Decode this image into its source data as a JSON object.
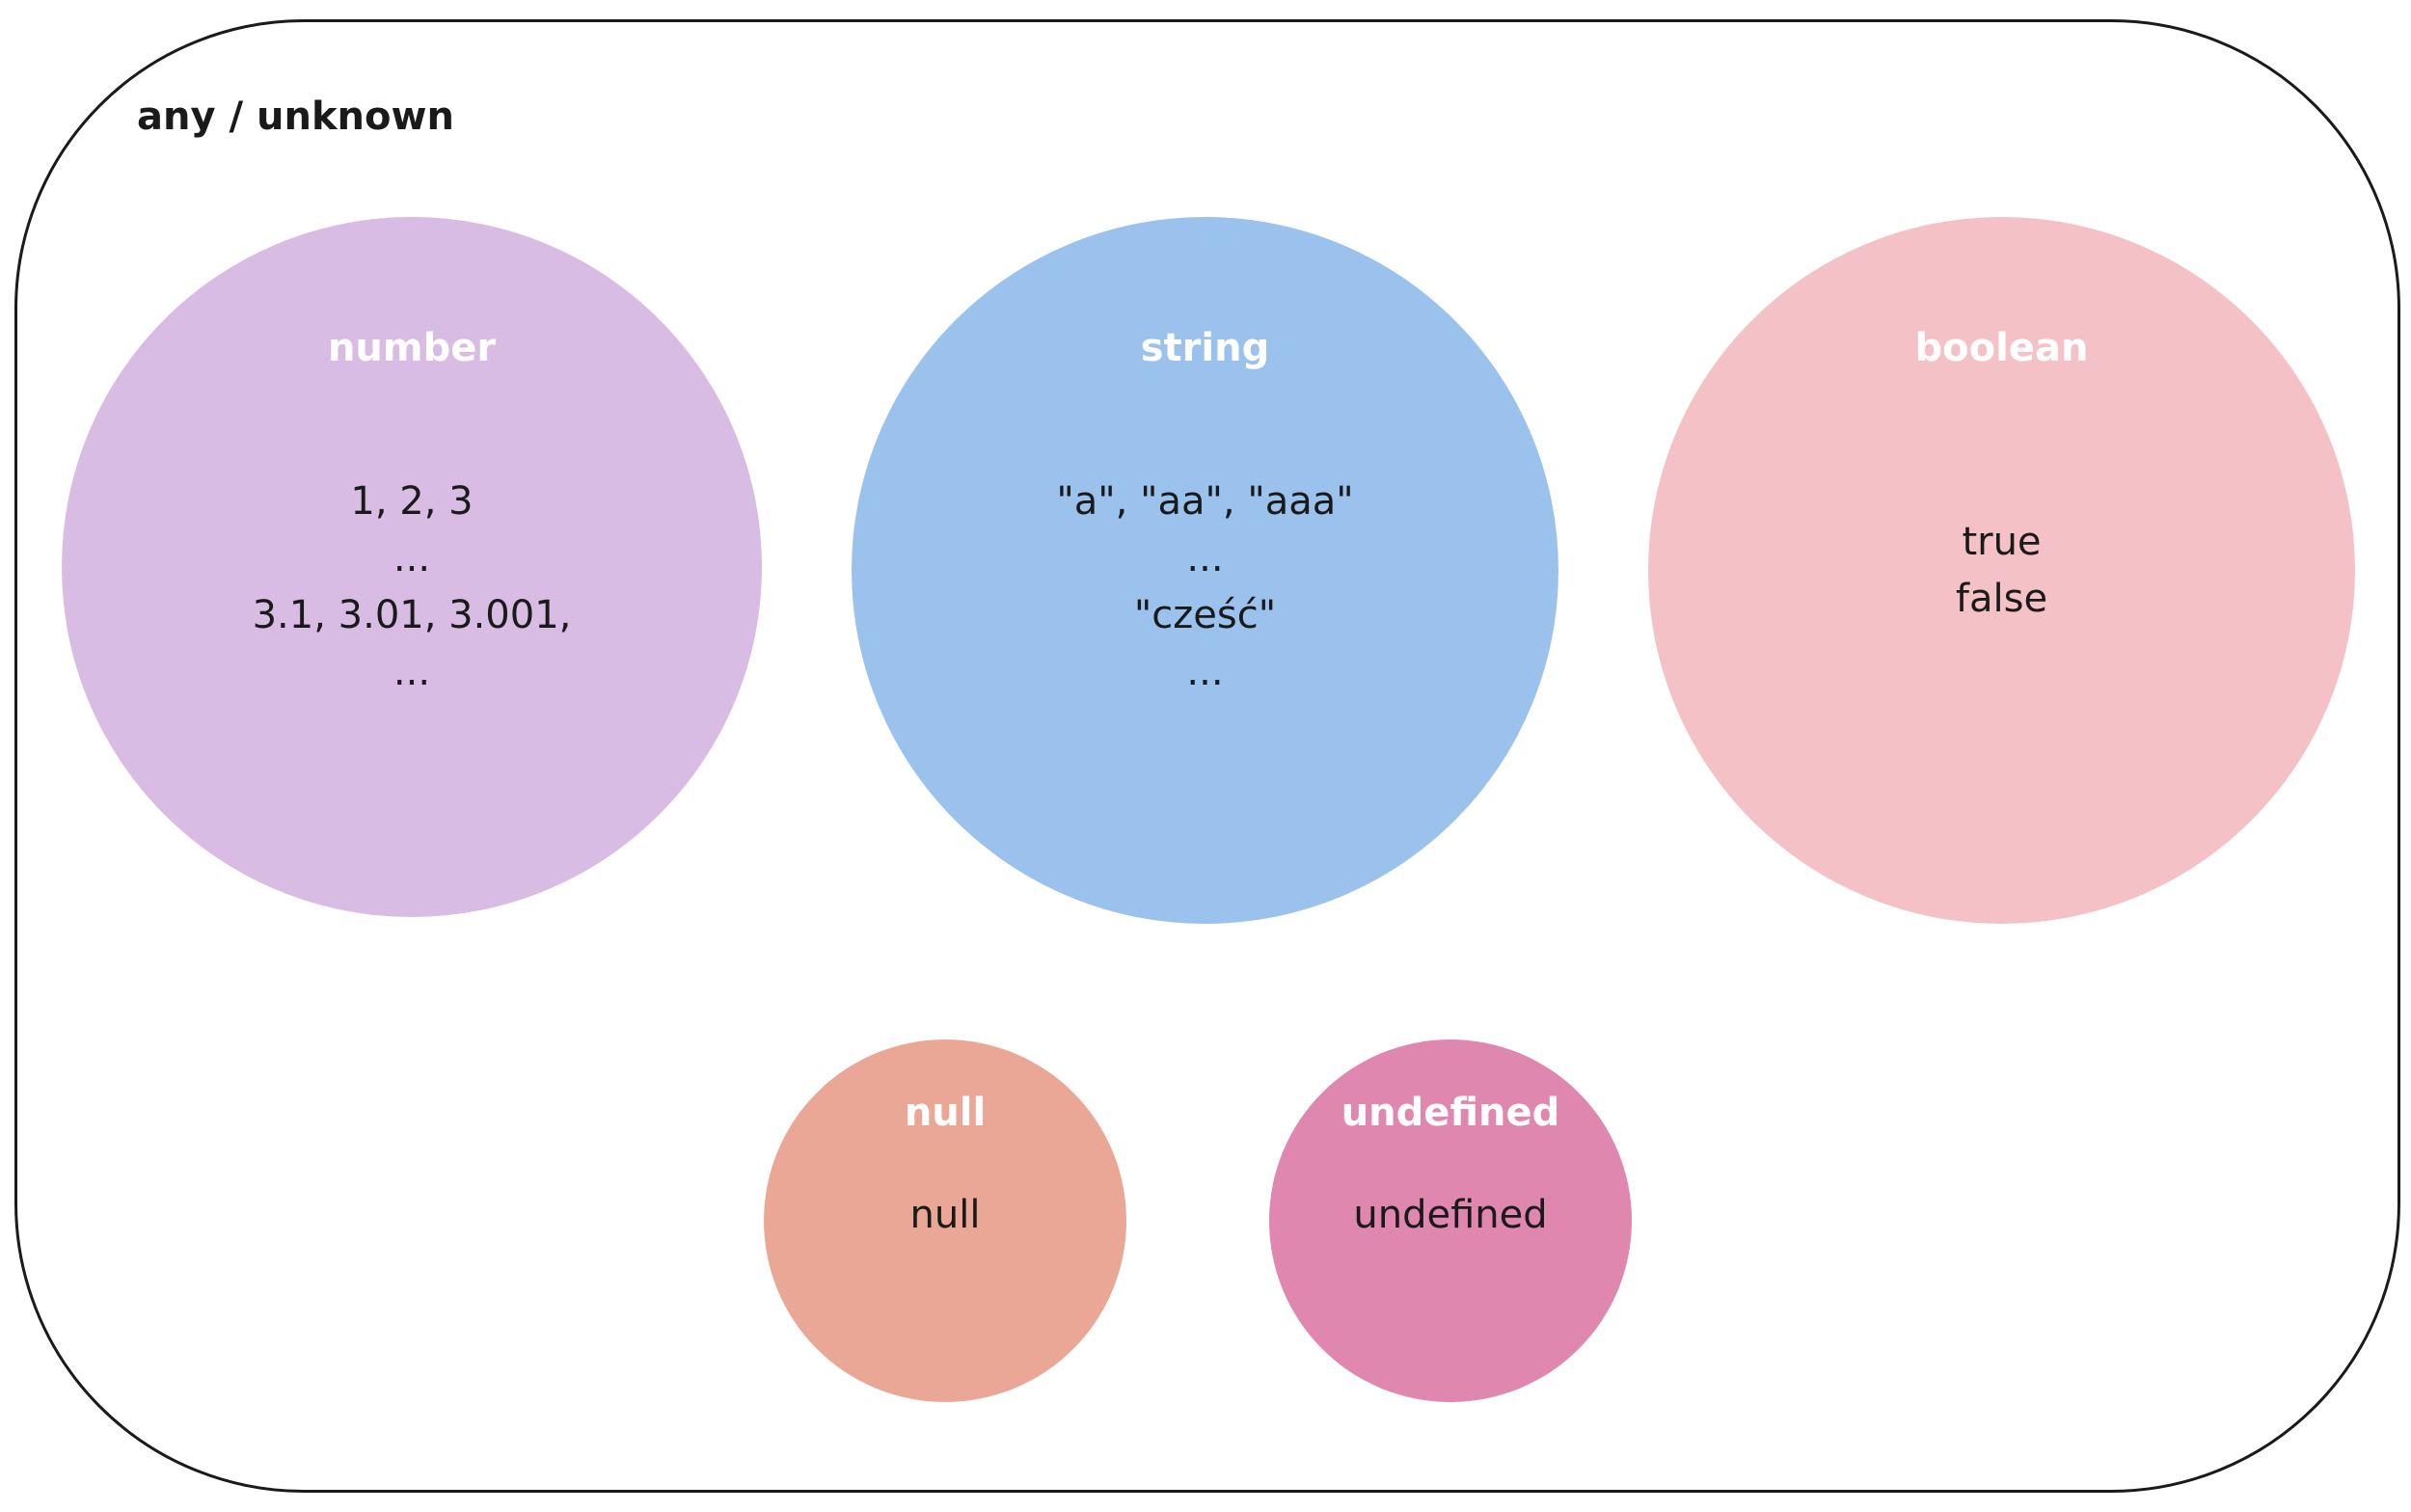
{
  "outer": {
    "title": "any / unknown"
  },
  "types": [
    {
      "name": "number",
      "color": "#d8bce4",
      "values": [
        "1, 2, 3",
        "...",
        "3.1, 3.01, 3.001,",
        "..."
      ]
    },
    {
      "name": "string",
      "color": "#9bc2ed",
      "values": [
        "\"a\", \"aa\", \"aaa\"",
        "...",
        "\"cześć\"",
        "..."
      ]
    },
    {
      "name": "boolean",
      "color": "#f4c2c6",
      "values": [
        "true",
        "false"
      ]
    },
    {
      "name": "null",
      "color": "#eba796",
      "values": [
        "null"
      ]
    },
    {
      "name": "undefined",
      "color": "#df87ae",
      "values": [
        "undefined"
      ]
    }
  ]
}
